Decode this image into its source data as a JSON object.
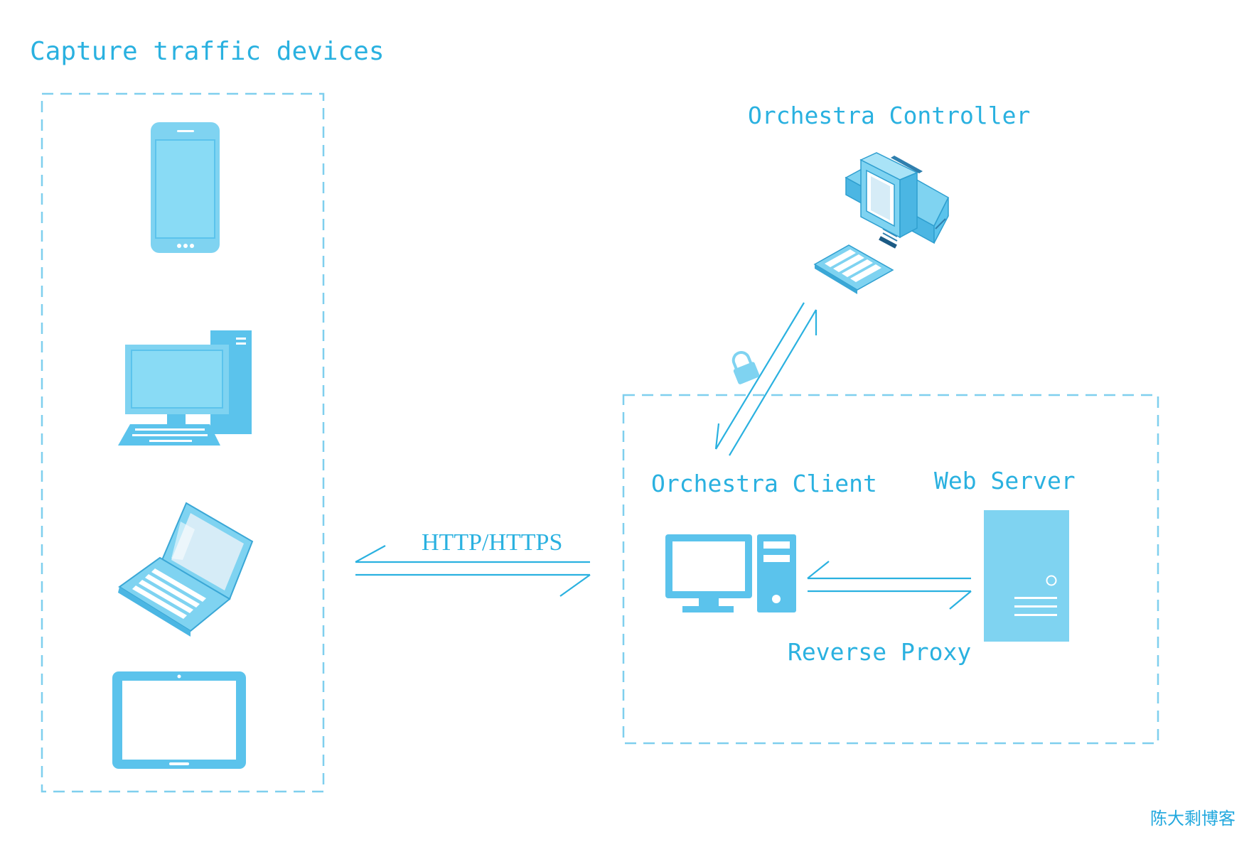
{
  "groups": {
    "capture_devices": {
      "title": "Capture traffic devices"
    },
    "client_zone": {
      "title": ""
    }
  },
  "nodes": {
    "smartphone": {
      "label": "",
      "icon": "smartphone-icon"
    },
    "desktop": {
      "label": "",
      "icon": "desktop-computer-icon"
    },
    "laptop": {
      "label": "",
      "icon": "laptop-icon"
    },
    "tablet": {
      "label": "",
      "icon": "tablet-icon"
    },
    "controller": {
      "label": "Orchestra Controller",
      "icon": "workstation-icon"
    },
    "client": {
      "label": "Orchestra Client",
      "icon": "pc-icon"
    },
    "web_server": {
      "label": "Web Server",
      "icon": "server-icon"
    }
  },
  "edges": {
    "devices_client": {
      "label": "HTTP/HTTPS",
      "direction": "bidirectional"
    },
    "client_server": {
      "label": "Reverse Proxy",
      "direction": "bidirectional"
    },
    "controller_client": {
      "label": "",
      "direction": "bidirectional",
      "icon": "lock-icon"
    }
  },
  "watermark": "陈大剩博客",
  "colors": {
    "accent": "#2ab1e0",
    "icon_fill": "#7fd3f1",
    "icon_dark": "#5bc3ec",
    "screen": "#c9e9f6"
  }
}
